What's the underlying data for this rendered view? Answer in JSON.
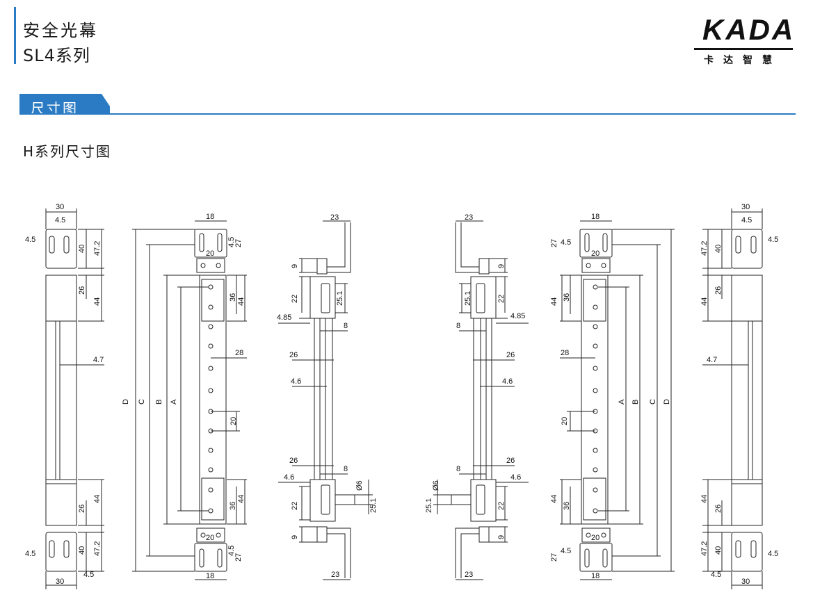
{
  "header": {
    "title_line1": "安全光幕",
    "title_line2": "SL4系列",
    "logo_main": "KADA",
    "logo_sub": "卡达智慧"
  },
  "section": {
    "tab_label": "尺寸图",
    "subtitle": "H系列尺寸图"
  },
  "colors": {
    "accent": "#2a7bc4",
    "line": "#222222"
  },
  "dimensions": {
    "bracket_width": "30",
    "bracket_hole": "4.5",
    "bracket_height": "40",
    "bracket_total": "47.2",
    "cap_height": "26",
    "cap_total": "44",
    "body_width_side": "4.7",
    "front_bracket_width": "18",
    "front_slot": "4.5",
    "front_offset": "27",
    "front_pitch": "20",
    "window_height": "36",
    "body_width_front": "28",
    "beam_pitch": "20",
    "dim_a": "A",
    "dim_b": "B",
    "dim_c": "C",
    "dim_d": "D",
    "angle_width": "23",
    "angle_height": "9",
    "clip_height": "22",
    "clip_depth": "25.1",
    "clip_offset": "4.85",
    "profile_inner": "8",
    "profile_outer": "26",
    "profile_gap": "4.6",
    "cable_dia": "Ø6"
  }
}
